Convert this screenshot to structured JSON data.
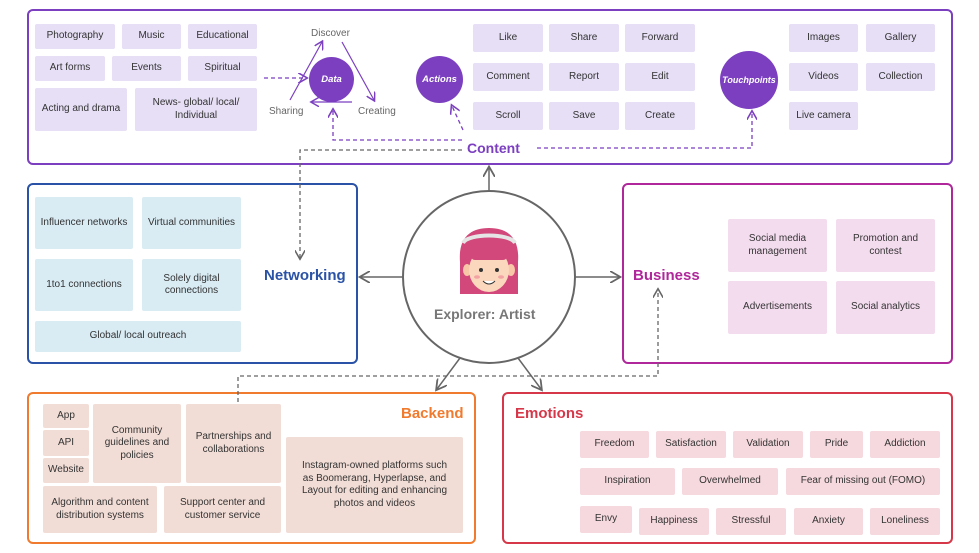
{
  "colors": {
    "content": "#7b3fc0",
    "networking": "#2a52a6",
    "business": "#b0279b",
    "backend": "#f07a2d",
    "emotions": "#d6384a",
    "hub": "#666666"
  },
  "content": {
    "title": "Content",
    "discover_label": "Discover",
    "sharing_label": "Sharing",
    "creating_label": "Creating",
    "data_label": "Data",
    "actions_label": "Actions",
    "touchpoints_label": "Touchpoints",
    "categories": [
      "Photography",
      "Music",
      "Educational",
      "Art forms",
      "Events",
      "Spiritual",
      "Acting and drama",
      "News- global/ local/ Individual"
    ],
    "actions": [
      "Like",
      "Share",
      "Forward",
      "Comment",
      "Report",
      "Edit",
      "Scroll",
      "Save",
      "Create"
    ],
    "touchpoints": [
      "Images",
      "Gallery",
      "Videos",
      "Collection",
      "Live camera"
    ]
  },
  "networking": {
    "title": "Networking",
    "items": [
      "Influencer networks",
      "Virtual communities",
      "1to1 connections",
      "Solely digital connections",
      "Global/ local outreach"
    ]
  },
  "business": {
    "title": "Business",
    "items": [
      "Social media management",
      "Promotion and contest",
      "Advertisements",
      "Social analytics"
    ]
  },
  "backend": {
    "title": "Backend",
    "items": [
      "App",
      "API",
      "Website",
      "Community guidelines and policies",
      "Partnerships and collaborations",
      "Instagram-owned platforms such as Boomerang, Hyperlapse, and Layout for editing and enhancing photos and videos",
      "Algorithm and content distribution systems",
      "Support center and customer service"
    ]
  },
  "emotions": {
    "title": "Emotions",
    "items": [
      "Freedom",
      "Satisfaction",
      "Validation",
      "Pride",
      "Addiction",
      "Inspiration",
      "Overwhelmed",
      "Fear of missing out (FOMO)",
      "Envy",
      "Happiness",
      "Stressful",
      "Anxiety",
      "Loneliness"
    ]
  },
  "center": {
    "label": "Explorer: Artist",
    "icon": "artist-avatar-icon"
  }
}
